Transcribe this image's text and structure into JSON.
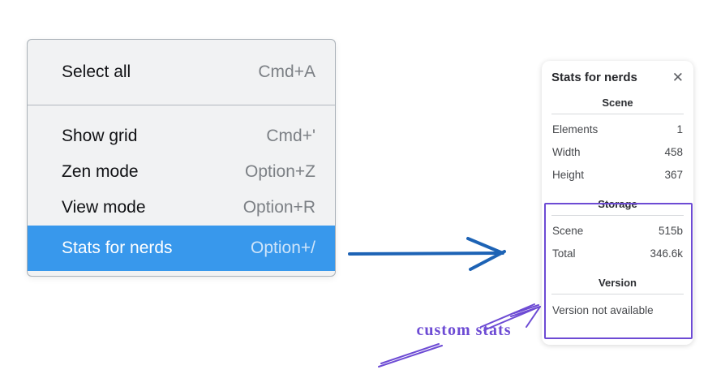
{
  "context_menu": {
    "items": [
      {
        "label": "Select all",
        "shortcut": "Cmd+A"
      },
      {
        "label": "Show grid",
        "shortcut": "Cmd+'"
      },
      {
        "label": "Zen mode",
        "shortcut": "Option+Z"
      },
      {
        "label": "View mode",
        "shortcut": "Option+R"
      },
      {
        "label": "Stats for nerds",
        "shortcut": "Option+/",
        "state": "selected"
      }
    ]
  },
  "stats_panel": {
    "title": "Stats for nerds",
    "close_icon": "✕",
    "sections": [
      {
        "heading": "Scene",
        "rows": [
          {
            "label": "Elements",
            "value": "1"
          },
          {
            "label": "Width",
            "value": "458"
          },
          {
            "label": "Height",
            "value": "367"
          }
        ]
      },
      {
        "heading": "Storage",
        "rows": [
          {
            "label": "Scene",
            "value": "515b"
          },
          {
            "label": "Total",
            "value": "346.6k"
          }
        ]
      },
      {
        "heading": "Version",
        "note": "Version not available"
      }
    ]
  },
  "annotation": {
    "label": "custom stats"
  },
  "colors": {
    "menu_highlight": "#3898ec",
    "flow_arrow_blue": "#1d63b5",
    "annotation_purple": "#6d4bd4"
  }
}
